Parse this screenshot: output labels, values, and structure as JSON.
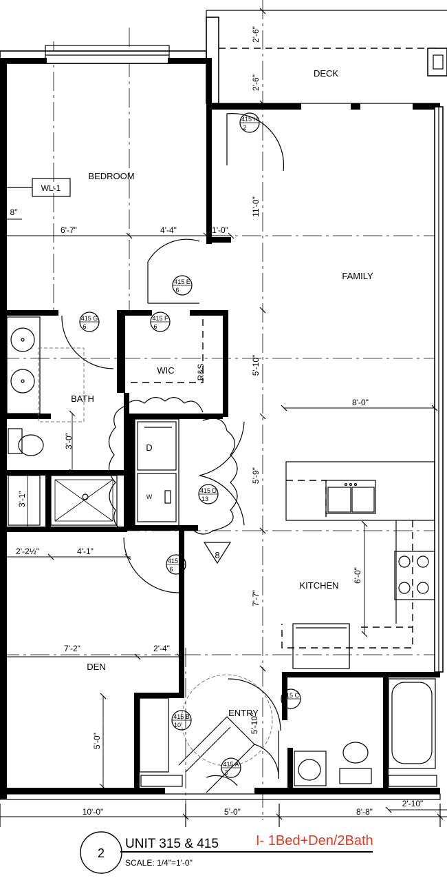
{
  "rooms": {
    "bedroom": "BEDROOM",
    "family": "FAMILY",
    "deck": "DECK",
    "bath": "BATH",
    "wic": "WIC",
    "kitchen": "KITCHEN",
    "den": "DEN",
    "entry": "ENTRY",
    "rs": "R&S",
    "dryer": "D",
    "washer": "W"
  },
  "dimensions": {
    "deck_depth_a": "2'-6\"",
    "deck_depth_b": "2'-6\"",
    "family_depth": "11'-0\"",
    "bedroom_left": "6'-7\"",
    "bedroom_right": "4'-4\"",
    "closet_jog": "1'-0\"",
    "small_8": "8\"",
    "wic_depth": "5'-10\"",
    "bath_3_0": "3'-0\"",
    "laundry_depth": "5'-9\"",
    "counter_width": "8'-0\"",
    "linen_3_1": "3'-1\"",
    "bath_2_2_half": "2'-2½\"",
    "bath_4_1": "4'-1\"",
    "kitchen_6_0": "6'-0\"",
    "kitchen_depth": "7'-7\"",
    "den_7_2": "7'-2\"",
    "den_2_4": "2'-4\"",
    "den_5_0": "5'-0\"",
    "entry_5_10": "5'-10\"",
    "overall_10_0": "10'-0\"",
    "overall_5_0": "5'-0\"",
    "overall_8_8": "8'-8\"",
    "overall_2_10": "2'-10\""
  },
  "tags": {
    "wl": "WL-1",
    "keynote": "8",
    "door_h": {
      "top": "415 H",
      "num": "2"
    },
    "door_e": {
      "top": "415 E",
      "num": "6"
    },
    "door_g": {
      "top": "415 G",
      "num": "6"
    },
    "door_f": {
      "top": "415 F",
      "num": "6"
    },
    "door_d": {
      "top": "415 D",
      "num": "13"
    },
    "door_c1": {
      "top": "415 C",
      "num": "6"
    },
    "door_c2": {
      "top": "415 C",
      "num": "6"
    },
    "door_b": {
      "top": "415 B",
      "num": "10"
    },
    "door_a": {
      "top": "415 A",
      "num": "3"
    }
  },
  "title_block": {
    "number": "2",
    "unit": "UNIT 315 & 415",
    "type": "I- 1Bed+Den/2Bath",
    "scale": "SCALE: 1/4\"=1'-0\""
  },
  "colors": {
    "line": "#000000",
    "background": "#ffffff",
    "type_label": "#e03c1f"
  }
}
